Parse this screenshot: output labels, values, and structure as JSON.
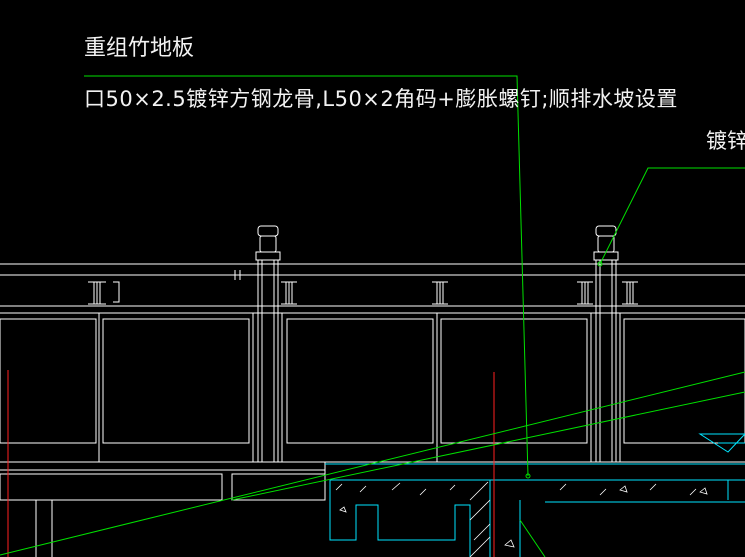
{
  "annotations": {
    "label_bamboo_floor": "重组竹地板",
    "label_steel_frame": "口50×2.5镀锌方钢龙骨,L50×2角码+膨胀螺钉;顺排水坡设置",
    "label_right_cut": "镀锌方"
  },
  "colors": {
    "background": "#000000",
    "railing_lines": "#ffffff",
    "leader_lines": "#00e000",
    "concrete_outline": "#00e5ff",
    "axis_lines": "#ff2020",
    "text": "#f2f2f2"
  }
}
